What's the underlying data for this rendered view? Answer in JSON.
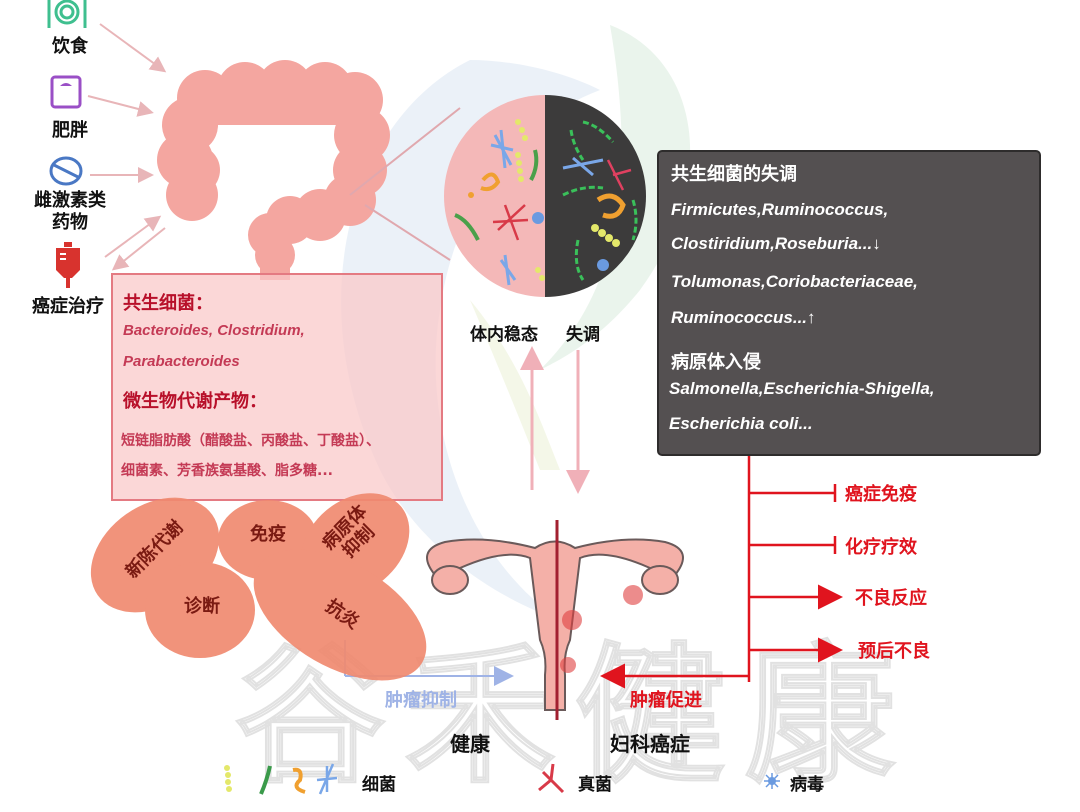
{
  "risk_factors": [
    {
      "icon": "utensils-icon",
      "label": "饮食",
      "color": "#3fbf8f"
    },
    {
      "icon": "scale-icon",
      "label": "肥胖",
      "color": "#9a4fc6"
    },
    {
      "icon": "pill-icon",
      "label": "雌激素类药物",
      "line1": "雌激素类",
      "line2": "药物",
      "color": "#4a78c4"
    },
    {
      "icon": "iv-bag-icon",
      "label": "癌症治疗",
      "color": "#d8332e"
    }
  ],
  "commensal_box": {
    "title": "共生细菌：",
    "bacteria_line1": "Bacteroides,  Clostridium,",
    "bacteria_line2": "Parabacteroides",
    "metabolites_title": "微生物代谢产物：",
    "metabolites_line1": "短链脂肪酸（醋酸盐、丙酸盐、丁酸盐）、",
    "metabolites_line2": "细菌素、芳香族氨基酸、脂多糖..."
  },
  "circle": {
    "left_label": "体内稳态",
    "right_label": "失调",
    "left_color": "#f4b8b8",
    "right_color": "#3c3b3b"
  },
  "dysbiosis_box": {
    "title": "共生细菌的失调",
    "line1": "Firmicutes,Ruminococcus,",
    "line2": "Clostiridium,Roseburia...↓",
    "line3": "Tolumonas,Coriobacteriaceae,",
    "line4": "Ruminococcus...↑",
    "pathogen_title": "病原体入侵",
    "pathogen_line1": "Salmonella,Escherichia-Shigella,",
    "pathogen_line2": "Escherichia coli..."
  },
  "functions": [
    {
      "label": "新陈代谢"
    },
    {
      "label": "免疫"
    },
    {
      "label": "病原体抑制",
      "line1": "病原体",
      "line2": "抑制"
    },
    {
      "label": "诊断"
    },
    {
      "label": "抗炎"
    }
  ],
  "outcomes": [
    {
      "label": "癌症免疫",
      "type": "inhibit"
    },
    {
      "label": "化疗疗效",
      "type": "inhibit"
    },
    {
      "label": "不良反应",
      "type": "promote"
    },
    {
      "label": "预后不良",
      "type": "promote"
    }
  ],
  "arrows": {
    "tumor_suppress": "肿瘤抑制",
    "tumor_promote": "肿瘤促进"
  },
  "uterus": {
    "healthy_label": "健康",
    "cancer_label": "妇科癌症"
  },
  "legend": {
    "bacteria": "细菌",
    "fungi": "真菌",
    "virus": "病毒"
  },
  "watermark": "谷禾健康",
  "colors": {
    "accent_red": "#e0141e",
    "pink_box_text": "#c43a55",
    "suppress_blue": "#9fb3e6",
    "blob": "#f08a70"
  }
}
